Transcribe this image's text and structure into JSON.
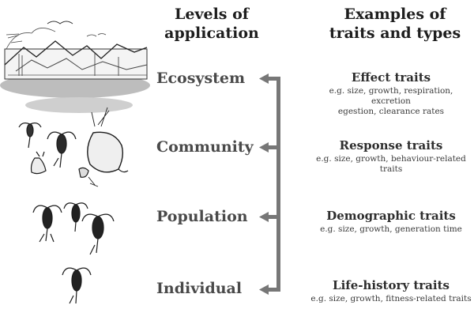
{
  "headers": {
    "levels_line1": "Levels of",
    "levels_line2": "application",
    "examples_line1": "Examples of",
    "examples_line2": "traits and types"
  },
  "levels": [
    {
      "label": "Ecosystem",
      "trait": "Effect traits",
      "desc1": "e.g. size, growth, respiration, excretion",
      "desc2": "egestion, clearance rates"
    },
    {
      "label": "Community",
      "trait": "Response traits",
      "desc1": "e.g. size, growth, behaviour-related",
      "desc2": "traits"
    },
    {
      "label": "Population",
      "trait": "Demographic traits",
      "desc1": "e.g. size, growth, generation time",
      "desc2": ""
    },
    {
      "label": "Individual",
      "trait": "Life-history traits",
      "desc1": "e.g. size, growth, fitness-related traits",
      "desc2": ""
    }
  ],
  "colors": {
    "arrow": "#777777",
    "text": "#4a4a4a"
  }
}
